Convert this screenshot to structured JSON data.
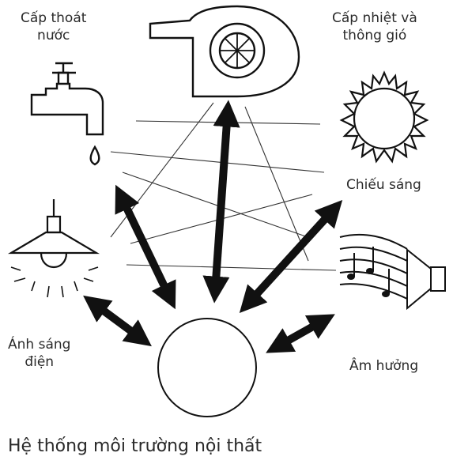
{
  "labels": {
    "water": [
      "Cấp thoát",
      "nước"
    ],
    "heating": [
      "Cấp nhiệt và",
      "thông gió"
    ],
    "lighting": "Chiếu sáng",
    "electric_light": [
      "Ánh sáng",
      "điện"
    ],
    "acoustics": "Âm hưởng"
  },
  "caption": "Hệ thống môi trường nội thất",
  "icons": [
    "fan-icon",
    "faucet-icon",
    "sun-icon",
    "lamp-icon",
    "speaker-icon"
  ]
}
